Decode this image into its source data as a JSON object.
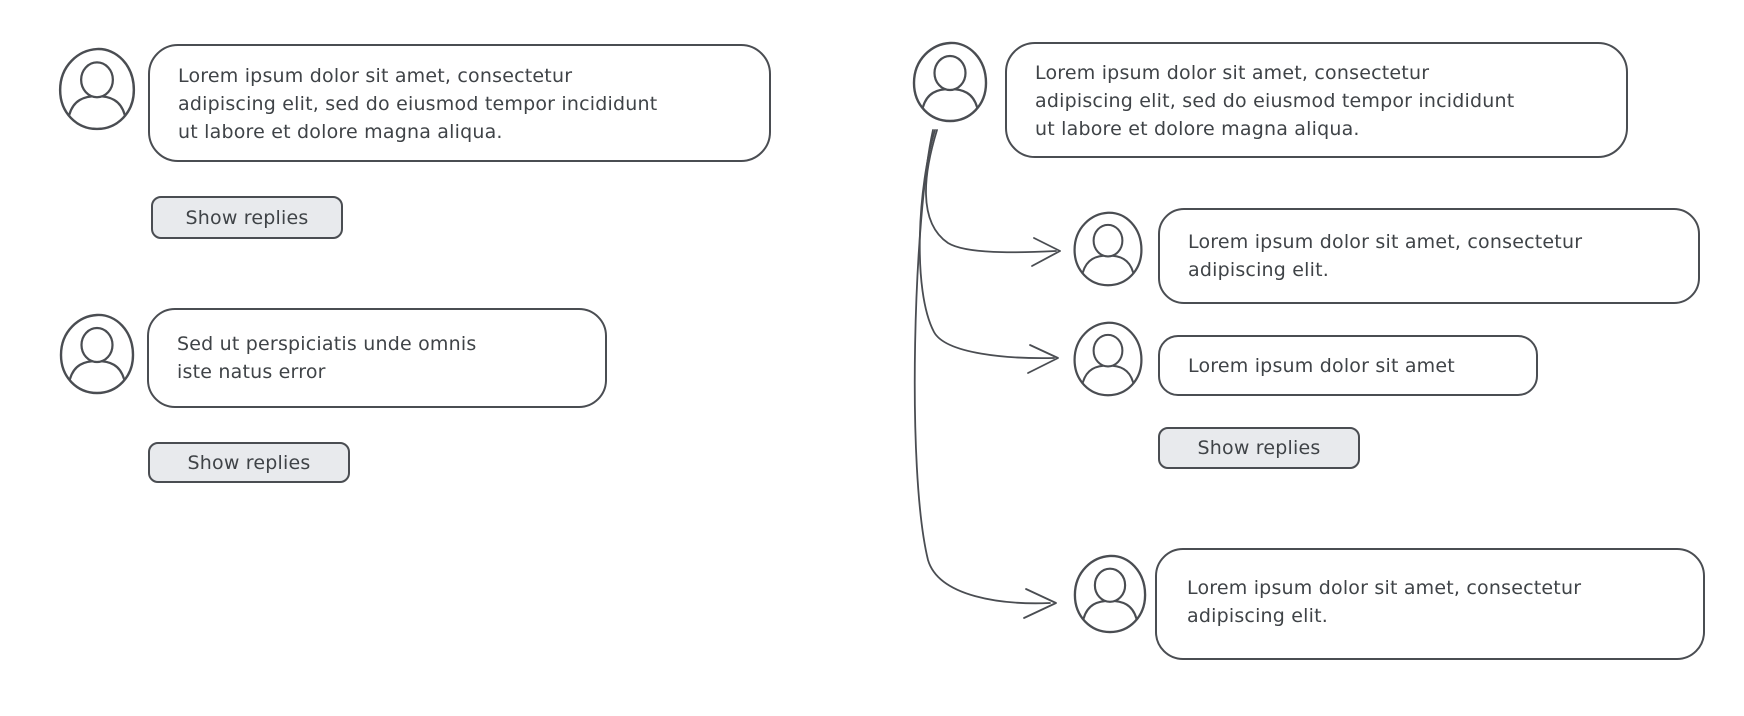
{
  "colors": {
    "background": "#ffffff",
    "stroke": "#4a4d52",
    "text": "#3f4347",
    "button_fill": "#e8eaed"
  },
  "icons": {
    "avatar": "user-avatar-icon",
    "connector": "curved-arrow-icon"
  },
  "left_panel": {
    "comments": [
      {
        "text": "Lorem ipsum dolor sit amet, consectetur\nadipiscing elit, sed do eiusmod tempor incididunt\nut labore et dolore magna aliqua.",
        "button_label": "Show replies"
      },
      {
        "text": "Sed ut perspiciatis unde omnis\niste natus error",
        "button_label": "Show replies"
      }
    ]
  },
  "right_panel": {
    "comment": {
      "text": "Lorem ipsum dolor sit amet, consectetur\nadipiscing elit, sed do eiusmod tempor incididunt\nut labore et dolore magna aliqua."
    },
    "replies": [
      {
        "text": "Lorem ipsum dolor sit amet, consectetur\nadipiscing elit."
      },
      {
        "text": "Lorem ipsum dolor sit amet",
        "button_label": "Show replies"
      },
      {
        "text": "Lorem ipsum dolor sit amet, consectetur\nadipiscing elit."
      }
    ]
  }
}
